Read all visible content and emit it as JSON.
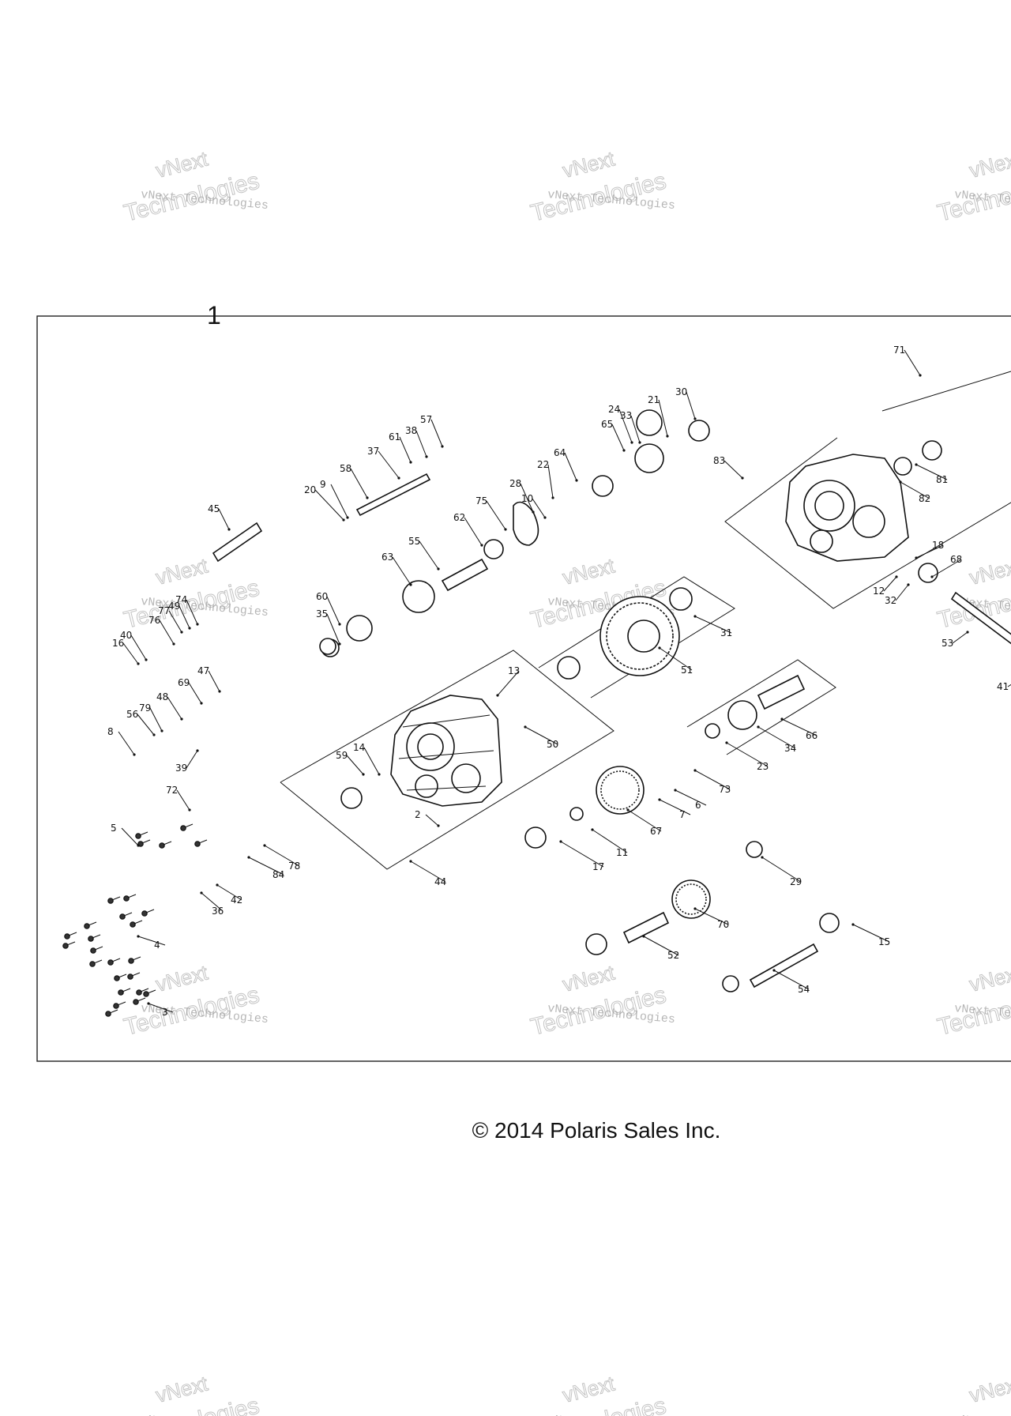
{
  "figure_number": "1",
  "copyright": "© 2014 Polaris Sales Inc.",
  "watermark": {
    "small": "vNext Technologies",
    "overlay_top": "vNext",
    "overlay_bottom": "Technologies"
  },
  "callouts": [
    "1",
    "2",
    "3",
    "4",
    "5",
    "6",
    "7",
    "8",
    "9",
    "10",
    "11",
    "12",
    "13",
    "14",
    "15",
    "16",
    "17",
    "18",
    "20",
    "21",
    "22",
    "23",
    "24",
    "28",
    "29",
    "30",
    "31",
    "32",
    "33",
    "34",
    "35",
    "36",
    "37",
    "38",
    "39",
    "40",
    "41",
    "42",
    "44",
    "45",
    "47",
    "48",
    "49",
    "50",
    "51",
    "52",
    "53",
    "54",
    "55",
    "56",
    "57",
    "58",
    "59",
    "60",
    "61",
    "62",
    "63",
    "64",
    "65",
    "66",
    "67",
    "68",
    "69",
    "70",
    "71",
    "72",
    "73",
    "74",
    "75",
    "76",
    "77",
    "78",
    "79",
    "81",
    "82",
    "83",
    "84"
  ]
}
